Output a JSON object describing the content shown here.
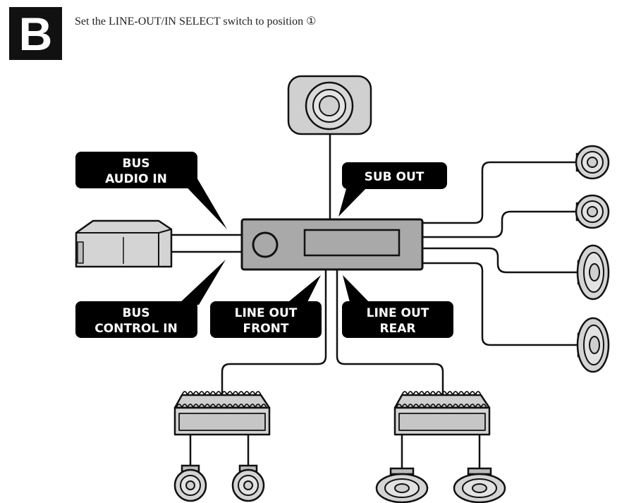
{
  "step": {
    "letter": "B",
    "instruction": "Set the LINE-OUT/IN SELECT switch to position ①"
  },
  "labels": {
    "bus_audio_in": [
      "BUS",
      "AUDIO IN"
    ],
    "sub_out": "SUB OUT",
    "bus_control_in": [
      "BUS",
      "CONTROL IN"
    ],
    "line_out_front": [
      "LINE OUT",
      "FRONT"
    ],
    "line_out_rear": [
      "LINE OUT",
      "REAR"
    ]
  },
  "colors": {
    "label_bg": "#000000",
    "label_text": "#ffffff",
    "device_fill": "#c8c8c8",
    "head_unit_fill": "#a9a9a9"
  }
}
